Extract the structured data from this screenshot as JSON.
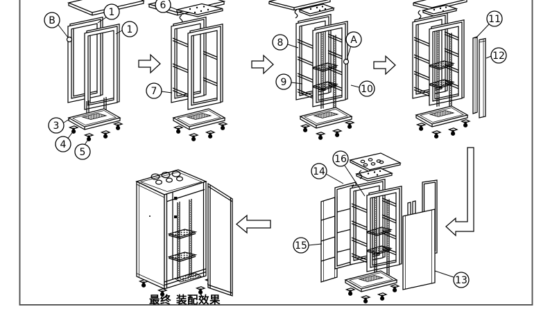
{
  "figure": {
    "caption": "最终装配效果",
    "caption_words": [
      "最终",
      "装配效果"
    ],
    "callout_labels": {
      "1": "1",
      "3": "3",
      "4": "4",
      "5": "5",
      "6": "6",
      "7": "7",
      "8": "8",
      "9": "9",
      "10": "10",
      "11": "11",
      "12": "12",
      "13": "13",
      "14": "14",
      "15": "15",
      "16": "16",
      "A": "A",
      "B": "B"
    },
    "colors": {
      "line": "#000000",
      "border": "#4f4f4f",
      "background": "#ffffff"
    }
  }
}
